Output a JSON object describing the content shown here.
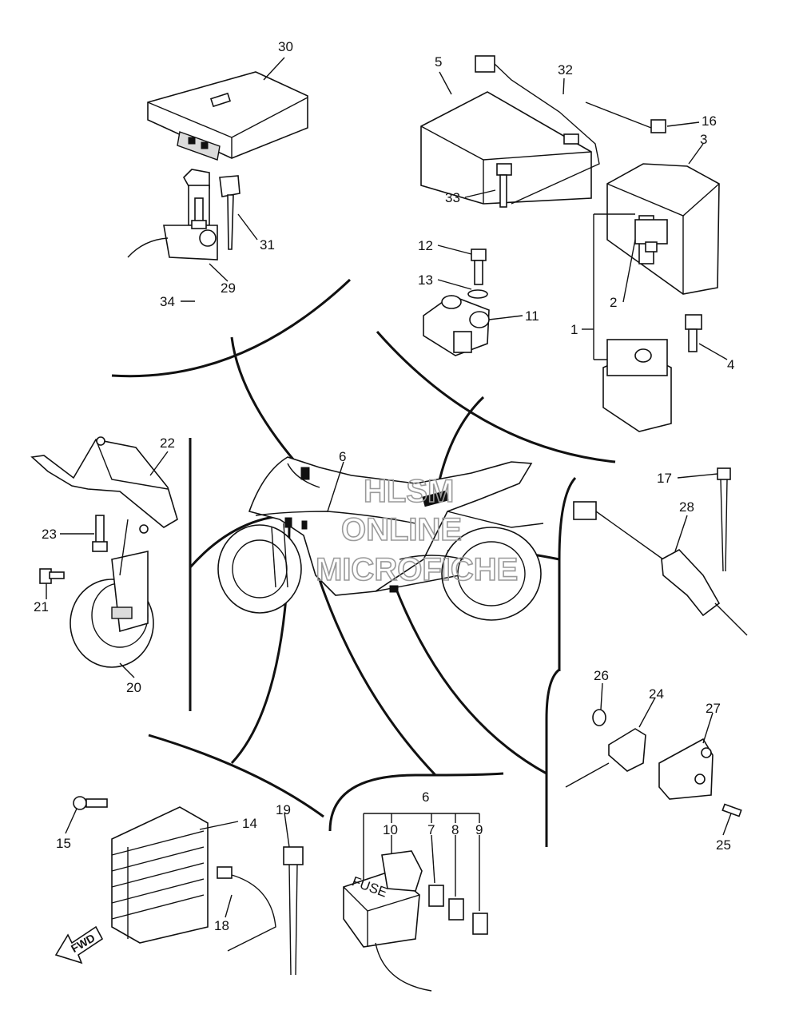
{
  "diagram": {
    "part_numbers": [
      {
        "id": "p30",
        "text": "30"
      },
      {
        "id": "p31",
        "text": "31"
      },
      {
        "id": "p29",
        "text": "29"
      },
      {
        "id": "p34",
        "text": "34"
      },
      {
        "id": "p5",
        "text": "5"
      },
      {
        "id": "p32",
        "text": "32"
      },
      {
        "id": "p16",
        "text": "16"
      },
      {
        "id": "p3",
        "text": "3"
      },
      {
        "id": "p33",
        "text": "33"
      },
      {
        "id": "p12",
        "text": "12"
      },
      {
        "id": "p13",
        "text": "13"
      },
      {
        "id": "p11",
        "text": "11"
      },
      {
        "id": "p2",
        "text": "2"
      },
      {
        "id": "p1",
        "text": "1"
      },
      {
        "id": "p4",
        "text": "4"
      },
      {
        "id": "p22",
        "text": "22"
      },
      {
        "id": "p23",
        "text": "23"
      },
      {
        "id": "p21",
        "text": "21"
      },
      {
        "id": "p20",
        "text": "20"
      },
      {
        "id": "p6a",
        "text": "6"
      },
      {
        "id": "p17",
        "text": "17"
      },
      {
        "id": "p28",
        "text": "28"
      },
      {
        "id": "p26",
        "text": "26"
      },
      {
        "id": "p24",
        "text": "24"
      },
      {
        "id": "p27",
        "text": "27"
      },
      {
        "id": "p25",
        "text": "25"
      },
      {
        "id": "p15",
        "text": "15"
      },
      {
        "id": "p14",
        "text": "14"
      },
      {
        "id": "p19",
        "text": "19"
      },
      {
        "id": "p18",
        "text": "18"
      },
      {
        "id": "p6b",
        "text": "6"
      },
      {
        "id": "p10",
        "text": "10"
      },
      {
        "id": "p7",
        "text": "7"
      },
      {
        "id": "p8",
        "text": "8"
      },
      {
        "id": "p9",
        "text": "9"
      }
    ],
    "watermark": [
      "HLSM",
      "ONLINE",
      "MICROFICHE"
    ],
    "fwd_label": "FWD",
    "fuse_label": "FUSE"
  }
}
